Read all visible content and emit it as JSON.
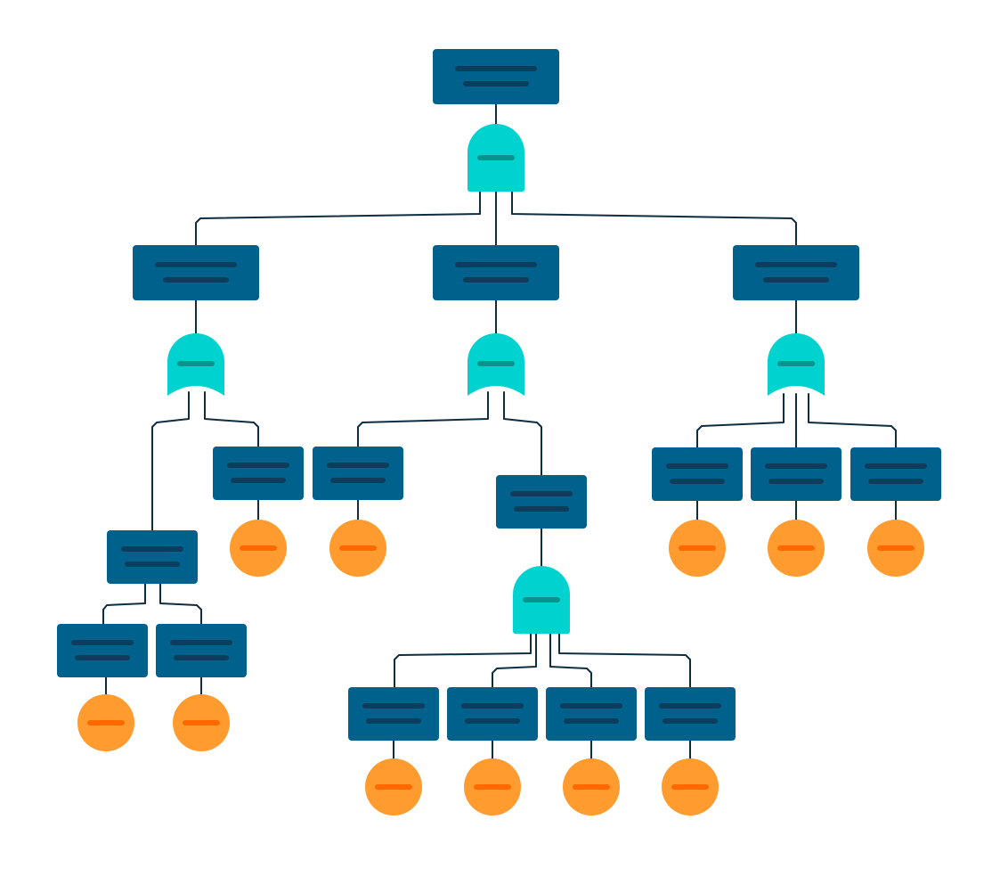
{
  "diagram": {
    "type": "fault-tree",
    "colors": {
      "background": "#ffffff",
      "event_box": "#00628C",
      "event_box_text_placeholder": "#0A3E5C",
      "gate": "#00D2D0",
      "gate_text_placeholder": "#06948F",
      "basic_event": "#FF9B2F",
      "basic_event_text_placeholder": "#FF6A00",
      "connector": "#0F2D40"
    },
    "nodes": [
      {
        "id": "top",
        "kind": "event",
        "parent": null
      },
      {
        "id": "g-top",
        "kind": "and-gate",
        "parent": "top"
      },
      {
        "id": "e-left",
        "kind": "event",
        "parent": "g-top"
      },
      {
        "id": "e-mid",
        "kind": "event",
        "parent": "g-top"
      },
      {
        "id": "e-right",
        "kind": "event",
        "parent": "g-top"
      },
      {
        "id": "g-left",
        "kind": "or-gate",
        "parent": "e-left"
      },
      {
        "id": "g-mid",
        "kind": "or-gate",
        "parent": "e-mid"
      },
      {
        "id": "g-right",
        "kind": "or-gate",
        "parent": "e-right"
      },
      {
        "id": "e-ll",
        "kind": "event",
        "parent": "g-left"
      },
      {
        "id": "e-lr",
        "kind": "event",
        "parent": "g-left"
      },
      {
        "id": "e-lla",
        "kind": "event",
        "parent": "e-ll"
      },
      {
        "id": "e-llb",
        "kind": "event",
        "parent": "e-ll"
      },
      {
        "id": "b-lla",
        "kind": "basic-event",
        "parent": "e-lla"
      },
      {
        "id": "b-llb",
        "kind": "basic-event",
        "parent": "e-llb"
      },
      {
        "id": "b-lr",
        "kind": "basic-event",
        "parent": "e-lr"
      },
      {
        "id": "e-ml",
        "kind": "event",
        "parent": "g-mid"
      },
      {
        "id": "b-ml",
        "kind": "basic-event",
        "parent": "e-ml"
      },
      {
        "id": "e-mr",
        "kind": "event",
        "parent": "g-mid"
      },
      {
        "id": "g-mr",
        "kind": "and-gate",
        "parent": "e-mr"
      },
      {
        "id": "e-m1",
        "kind": "event",
        "parent": "g-mr"
      },
      {
        "id": "e-m2",
        "kind": "event",
        "parent": "g-mr"
      },
      {
        "id": "e-m3",
        "kind": "event",
        "parent": "g-mr"
      },
      {
        "id": "e-m4",
        "kind": "event",
        "parent": "g-mr"
      },
      {
        "id": "b-m1",
        "kind": "basic-event",
        "parent": "e-m1"
      },
      {
        "id": "b-m2",
        "kind": "basic-event",
        "parent": "e-m2"
      },
      {
        "id": "b-m3",
        "kind": "basic-event",
        "parent": "e-m3"
      },
      {
        "id": "b-m4",
        "kind": "basic-event",
        "parent": "e-m4"
      },
      {
        "id": "e-r1",
        "kind": "event",
        "parent": "g-right"
      },
      {
        "id": "e-r2",
        "kind": "event",
        "parent": "g-right"
      },
      {
        "id": "e-r3",
        "kind": "event",
        "parent": "g-right"
      },
      {
        "id": "b-r1",
        "kind": "basic-event",
        "parent": "e-r1"
      },
      {
        "id": "b-r2",
        "kind": "basic-event",
        "parent": "e-r2"
      },
      {
        "id": "b-r3",
        "kind": "basic-event",
        "parent": "e-r3"
      }
    ]
  }
}
